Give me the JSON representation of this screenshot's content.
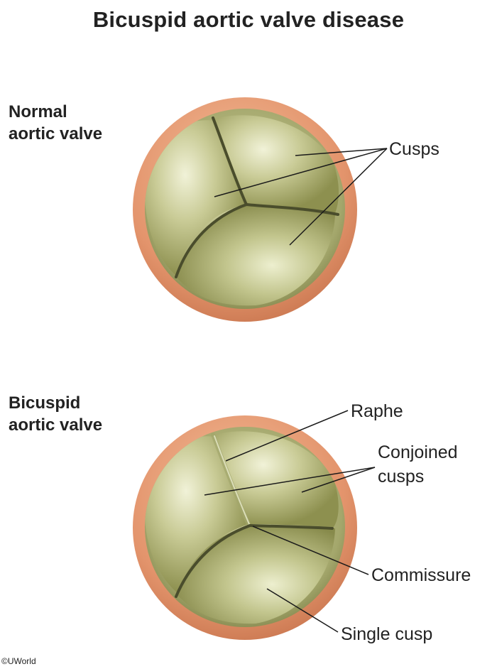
{
  "title": "Bicuspid aortic valve disease",
  "normal": {
    "label_line1": "Normal",
    "label_line2": "aortic valve",
    "callout_cusps": "Cusps"
  },
  "bicuspid": {
    "label_line1": "Bicuspid",
    "label_line2": "aortic valve",
    "callout_raphe": "Raphe",
    "callout_conjoined_line1": "Conjoined",
    "callout_conjoined_line2": "cusps",
    "callout_commissure": "Commissure",
    "callout_single": "Single cusp"
  },
  "copyright": "©UWorld",
  "colors": {
    "wall": "#e0926c",
    "wall_light": "#f0b694",
    "cusp": "#bcbf8a",
    "cusp_light": "#e7e8c5",
    "cusp_dark": "#767a45",
    "commissure_line": "#4a4d2c",
    "leader": "#1a1a1a"
  }
}
